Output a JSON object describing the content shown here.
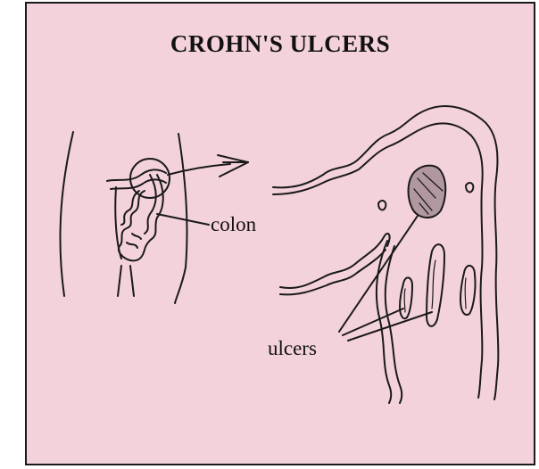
{
  "figure": {
    "title": "CROHN'S ULCERS",
    "labels": {
      "colon": "colon",
      "ulcers": "ulcers"
    }
  },
  "colors": {
    "background": "#f4d2dc",
    "ink": "#1a1a1a"
  }
}
